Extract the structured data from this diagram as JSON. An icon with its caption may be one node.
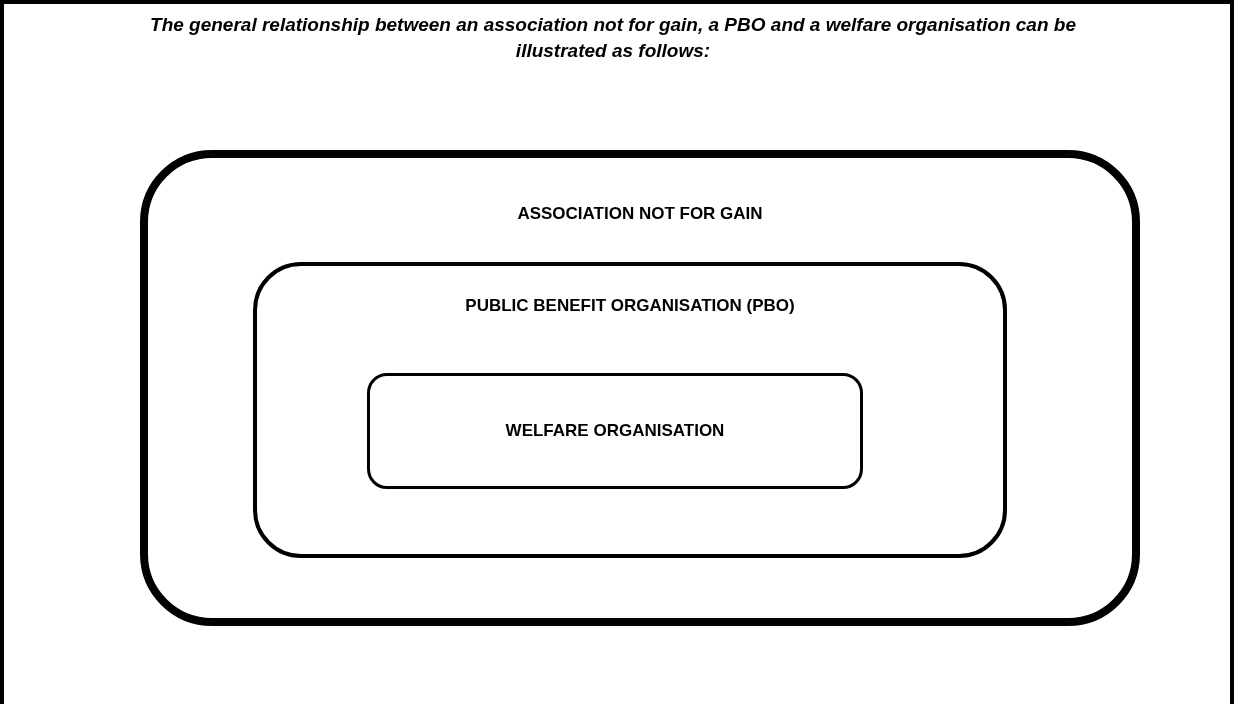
{
  "diagram": {
    "title": "The general relationship between an association not for gain, a PBO and a welfare organisation can be illustrated as follows:",
    "nodes": [
      {
        "text": [
          "ASSOCIATION NOT FOR GAIN"
        ]
      },
      {
        "text": [
          "PUBLIC BENEFIT ORGANISATION (PBO)"
        ],
        "in": 0
      },
      {
        "text": [
          "WELFARE ORGANISATION"
        ],
        "in": 1
      }
    ]
  }
}
